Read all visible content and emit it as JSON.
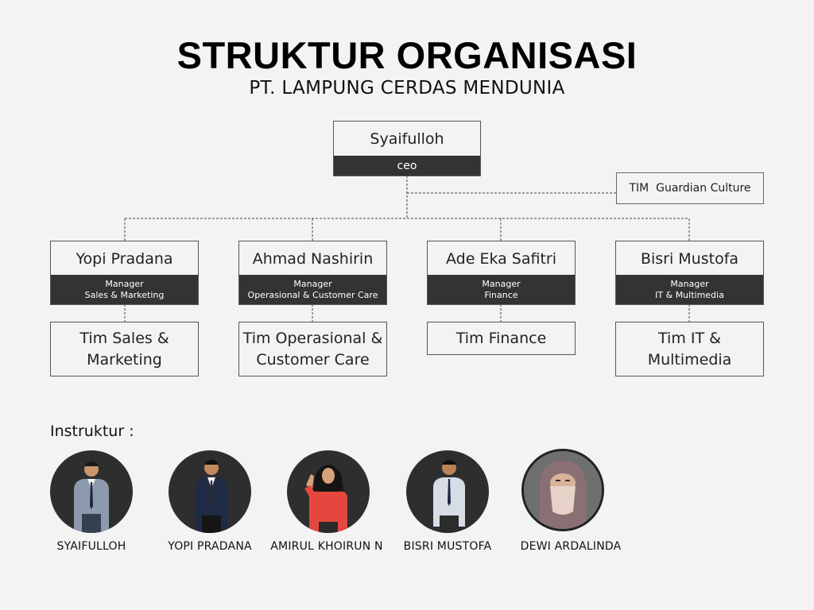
{
  "header": {
    "title": "STRUKTUR ORGANISASI",
    "subtitle": "PT. LAMPUNG CERDAS MENDUNIA"
  },
  "ceo": {
    "name": "Syaifulloh",
    "role": "ceo"
  },
  "guardian": {
    "label": "TIM  Guardian Culture"
  },
  "managers": [
    {
      "name": "Yopi Pradana",
      "role_line1": "Manager",
      "role_line2": "Sales & Marketing",
      "team_line1": "Tim Sales &",
      "team_line2": "Marketing"
    },
    {
      "name": "Ahmad Nashirin",
      "role_line1": "Manager",
      "role_line2": "Operasional & Customer Care",
      "team_line1": "Tim Operasional &",
      "team_line2": "Customer Care"
    },
    {
      "name": "Ade Eka Safitri",
      "role_line1": "Manager",
      "role_line2": "Finance",
      "team_line1": "Tim Finance",
      "team_line2": ""
    },
    {
      "name": "Bisri Mustofa",
      "role_line1": "Manager",
      "role_line2": "IT & Multimedia",
      "team_line1": "Tim IT &",
      "team_line2": "Multimedia"
    }
  ],
  "instructors": {
    "label": "Instruktur :",
    "people": [
      {
        "name": "SYAIFULLOH",
        "icon": "person-suit-icon"
      },
      {
        "name": "YOPI PRADANA",
        "icon": "person-suit-icon"
      },
      {
        "name": "AMIRUL KHOIRUN N",
        "icon": "person-hijab-icon"
      },
      {
        "name": "BISRI MUSTOFA",
        "icon": "person-shirt-icon"
      },
      {
        "name": "DEWI ARDALINDA",
        "icon": "person-niqab-icon"
      }
    ]
  },
  "colors": {
    "background": "#f3f3f3",
    "role_bar": "#333333",
    "avatar_bg": "#2e2e2e"
  }
}
